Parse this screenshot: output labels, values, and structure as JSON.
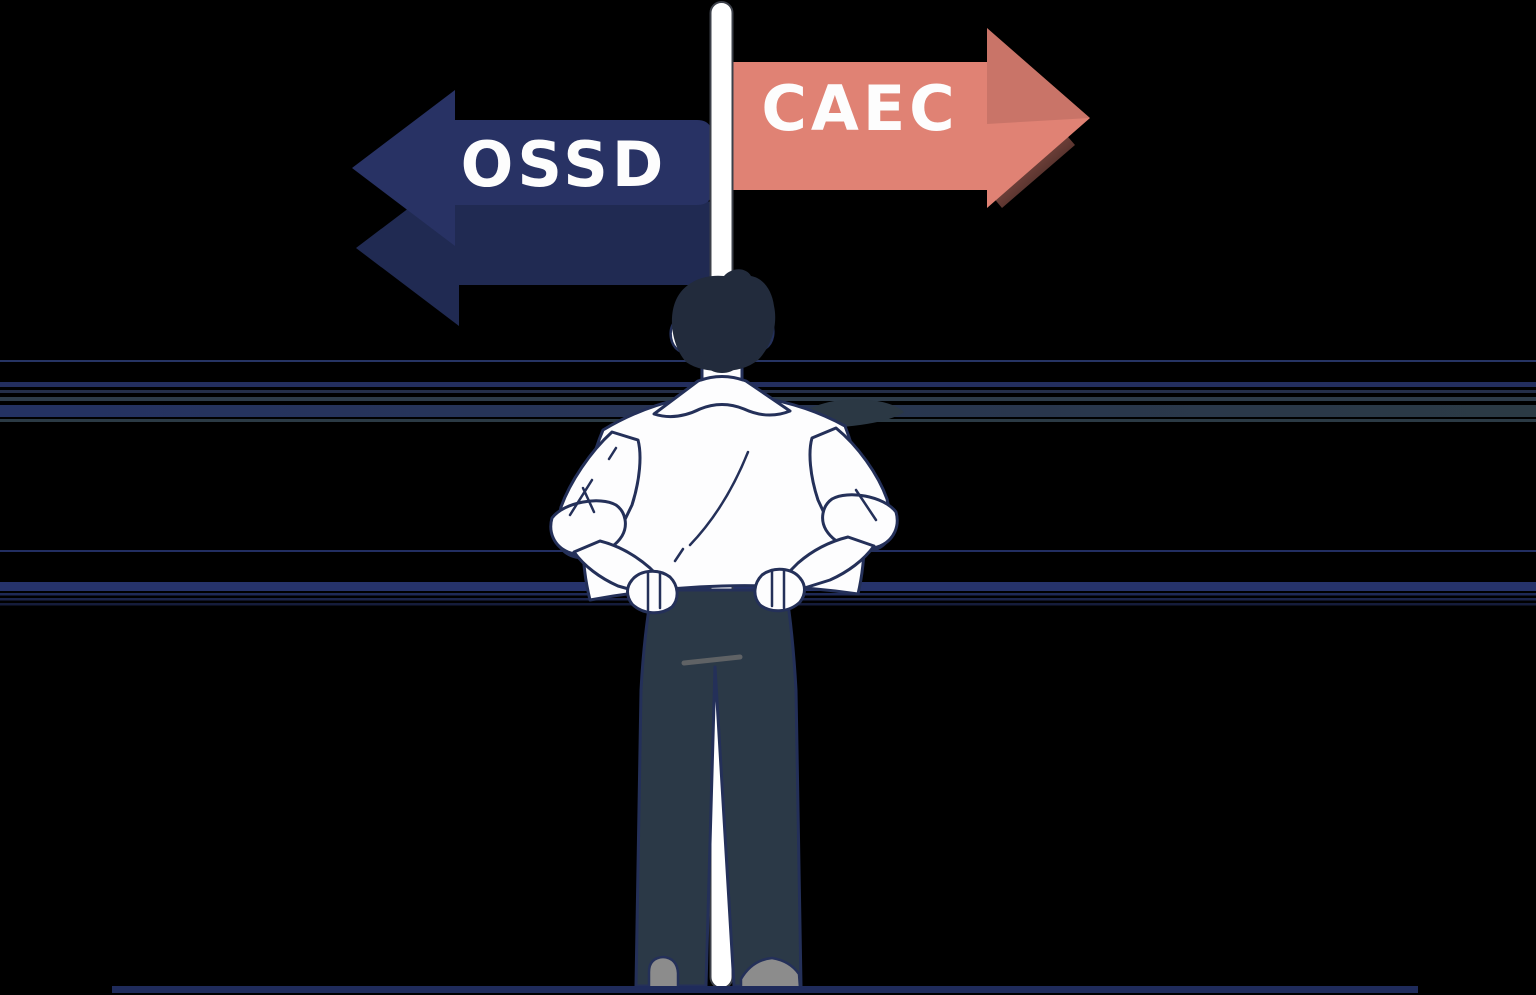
{
  "scene": {
    "type": "illustration",
    "description": "Person standing at a two-way directional signpost choosing between OSSD and CAEC",
    "signpost": {
      "left_sign": {
        "label": "OSSD",
        "direction": "left",
        "color": "#283264",
        "shadow_color": "#202a52",
        "text_color": "#fdfdfd"
      },
      "right_sign": {
        "label": "CAEC",
        "direction": "right",
        "color": "#e08274",
        "facet_color": "#c9746a",
        "text_color": "#fdfdfd"
      },
      "pole_color": "#ffffff"
    },
    "figure": {
      "hair_color": "#222b3c",
      "shirt_color": "#fdfdfe",
      "pants_color": "#2b3947",
      "outline_color": "#243059",
      "shoe_color": "#8c8c8c"
    },
    "ground_color": "#1f2b5b",
    "background_color": "#000000"
  }
}
